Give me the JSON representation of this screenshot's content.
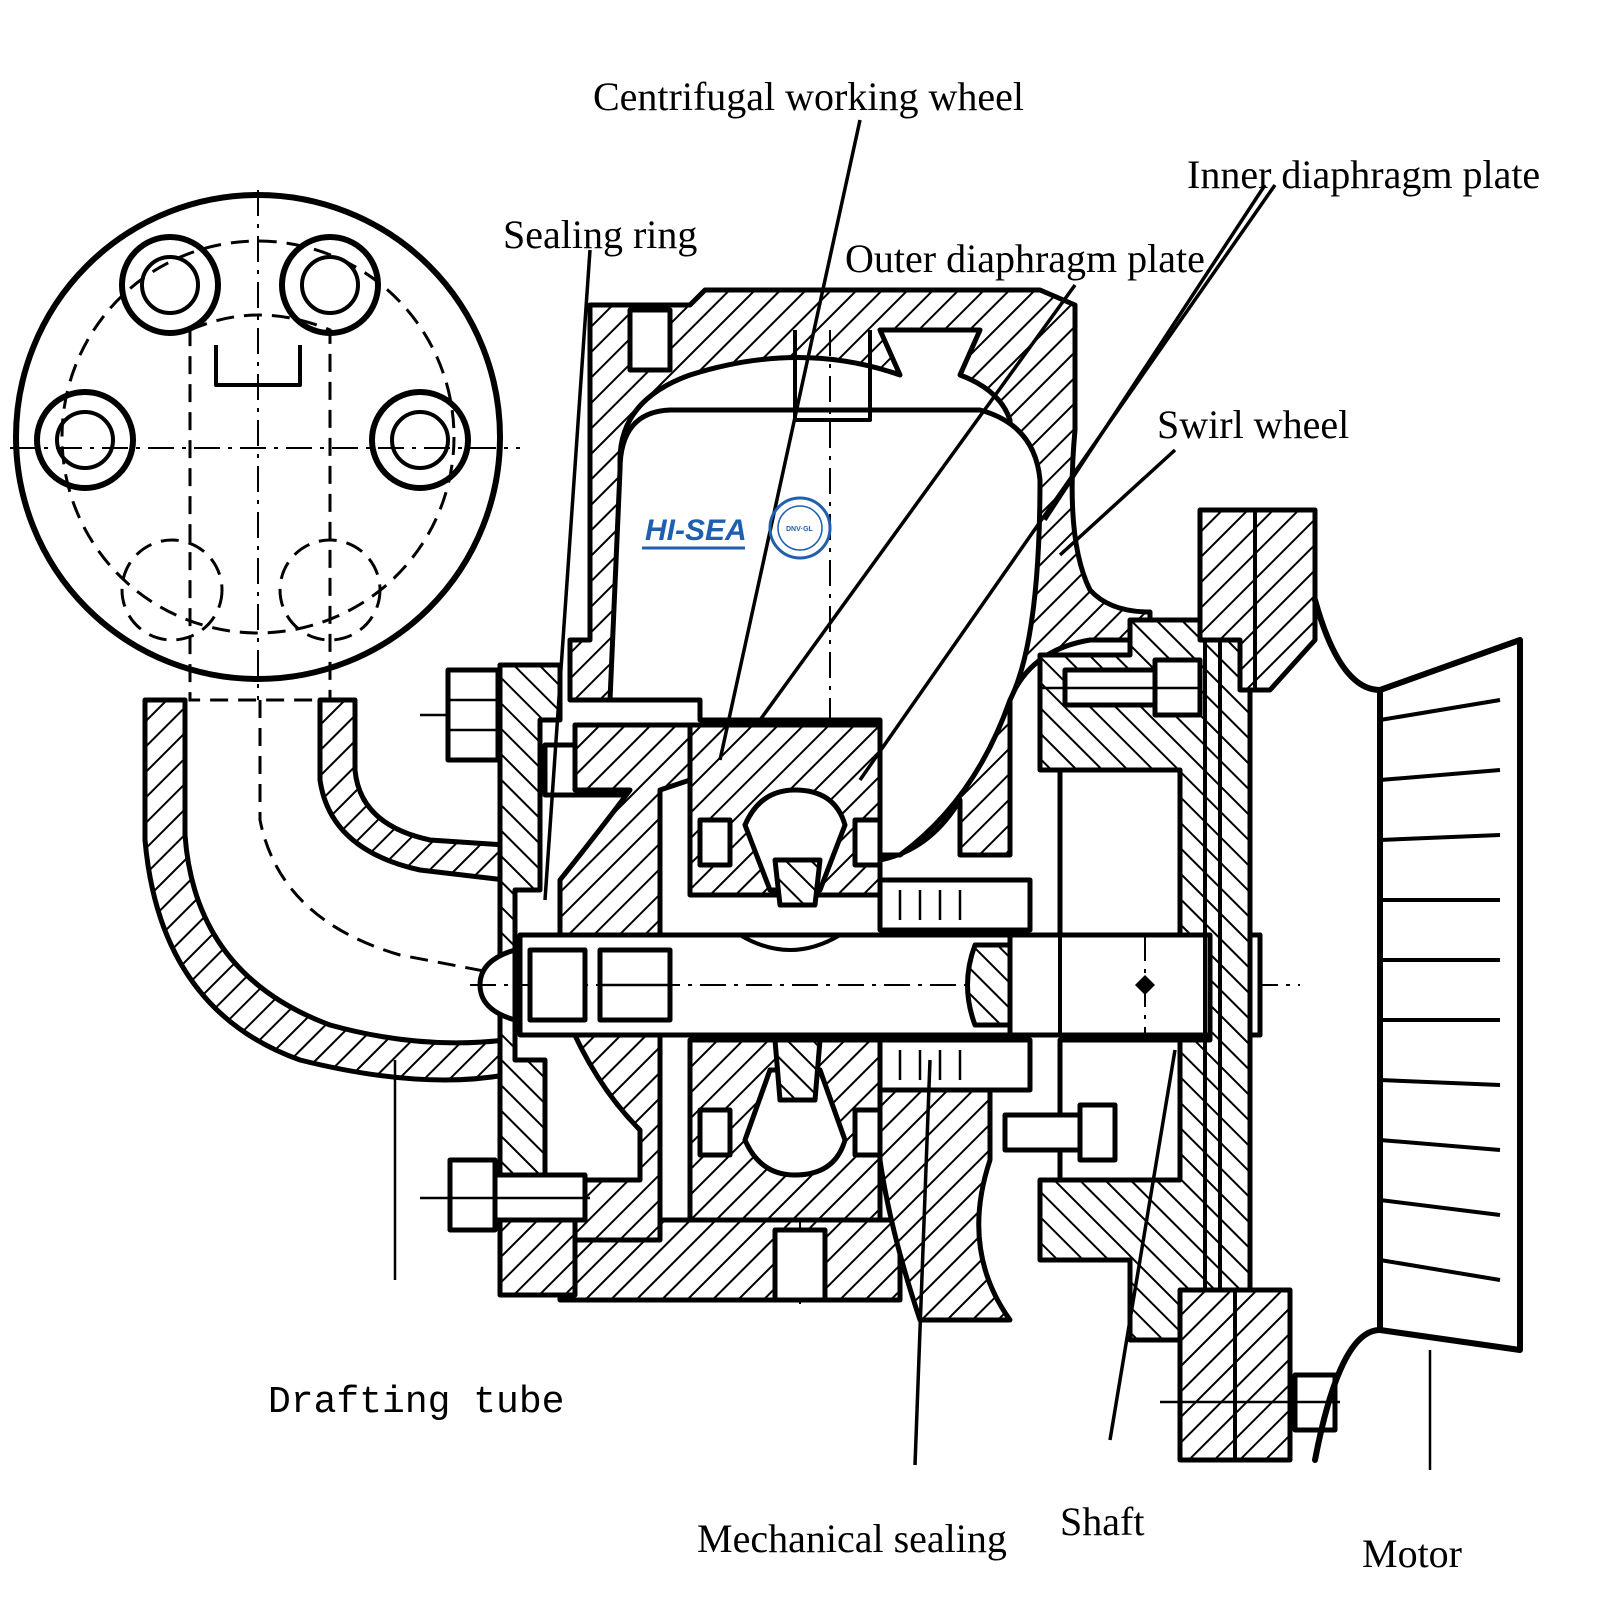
{
  "labels": {
    "centrifugal_working_wheel": "Centrifugal working wheel",
    "inner_diaphragm_plate": "Inner diaphragm plate",
    "sealing_ring": "Sealing ring",
    "outer_diaphragm_plate": "Outer diaphragm plate",
    "swirl_wheel": "Swirl wheel",
    "drafting_tube": "Drafting tube",
    "mechanical_sealing": "Mechanical sealing",
    "shaft": "Shaft",
    "motor": "Motor"
  },
  "watermark": {
    "brand": "HI-SEA",
    "seal_text": "DNV·GL"
  },
  "colors": {
    "ink": "#000000",
    "watermark_blue": "#1f5fae",
    "background": "#ffffff"
  }
}
